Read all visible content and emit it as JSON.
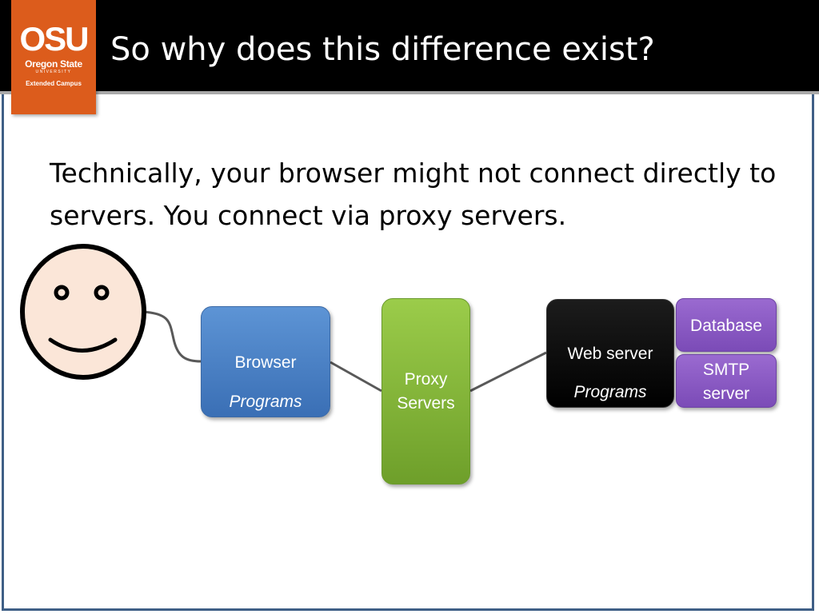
{
  "slide": {
    "title": "So why does this difference exist?",
    "logo": {
      "abbrev": "OSU",
      "line1": "Oregon State",
      "line2": "UNIVERSITY",
      "line3": "Extended Campus"
    },
    "body_text": "Technically, your browser might not connect directly to servers. You connect via proxy servers."
  },
  "diagram": {
    "user": {
      "icon": "smiley-face-icon"
    },
    "browser": {
      "label": "Browser",
      "sublabel": "Programs",
      "color": "#4f86c6"
    },
    "proxy": {
      "line1": "Proxy",
      "line2": "Servers",
      "color": "#8dc03e"
    },
    "web_server": {
      "label": "Web server",
      "sublabel": "Programs",
      "color": "#000000"
    },
    "database": {
      "label": "Database",
      "color": "#8a5ac2"
    },
    "smtp": {
      "line1": "SMTP",
      "line2": "server",
      "color": "#8a5ac2"
    }
  },
  "colors": {
    "header": "#000000",
    "logo": "#dc5c1c",
    "frame": "#3f5f86"
  }
}
